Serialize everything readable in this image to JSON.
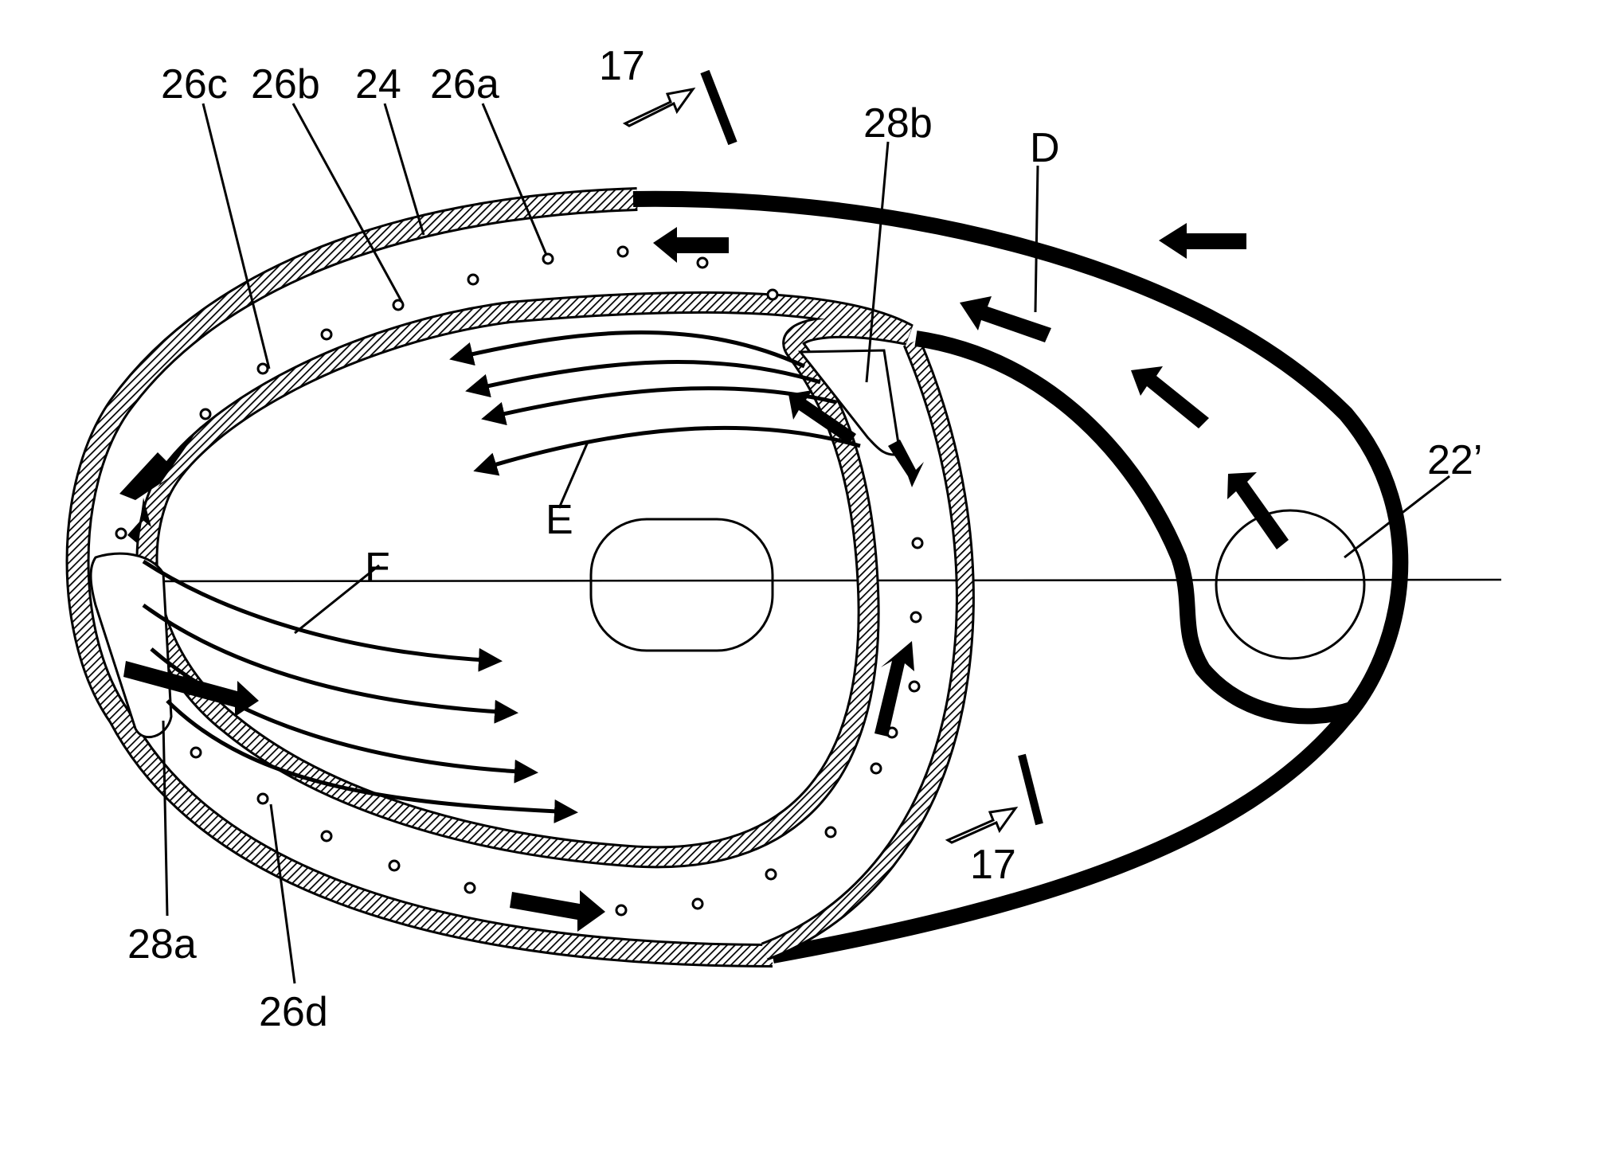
{
  "labels": {
    "l26c": "26c",
    "l26b": "26b",
    "l24": "24",
    "l26a": "26a",
    "l17_top": "17",
    "l28b": "28b",
    "lD": "D",
    "l22": "22’",
    "lE": "E",
    "lF": "F",
    "l17_bottom": "17",
    "l28a": "28a",
    "l26d": "26d"
  },
  "colors": {
    "ink": "#000000",
    "paper": "#ffffff"
  }
}
